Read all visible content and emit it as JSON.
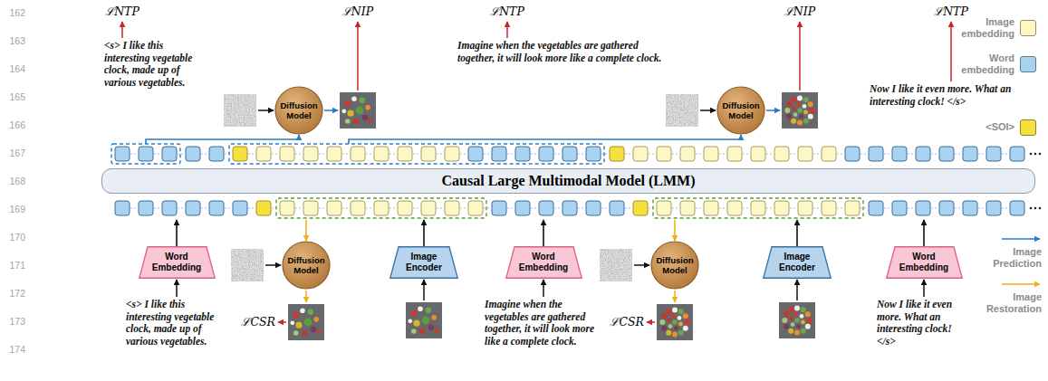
{
  "diagram": {
    "nodes": [
      {
        "text": [
          "Diffusion Model"
        ]
      },
      {
        "text": [
          "Diffusion Model"
        ]
      },
      {
        "text": [
          "Causal Large Multimodal Model (LMM)"
        ]
      },
      {
        "text": [
          "Word Embedding"
        ]
      },
      {
        "text": [
          "Diffusion Model"
        ]
      },
      {
        "text": [
          "Image Encoder"
        ]
      },
      {
        "text": [
          "Word Embedding"
        ]
      },
      {
        "text": [
          "Diffusion Model"
        ]
      },
      {
        "text": [
          "Image Encoder"
        ]
      },
      {
        "text": [
          "Word Embedding"
        ]
      }
    ],
    "edges": [
      {
        "from": 2,
        "to": 0,
        "arrow": "to"
      },
      {
        "from": 2,
        "to": 1,
        "arrow": "to"
      },
      {
        "from": 2,
        "to": 4,
        "arrow": "to"
      },
      {
        "from": 2,
        "to": 7,
        "arrow": "to"
      },
      {
        "from": 3,
        "to": 2,
        "arrow": "to"
      },
      {
        "from": 5,
        "to": 2,
        "arrow": "to"
      },
      {
        "from": 6,
        "to": 2,
        "arrow": "to"
      },
      {
        "from": 8,
        "to": 2,
        "arrow": "to"
      },
      {
        "from": 9,
        "to": 2,
        "arrow": "to"
      }
    ],
    "labels": [
      "ℒNTP",
      "<s> I like this interesting vegetable clock, made up of various vegetables.",
      "ℒNIP",
      "ℒNTP",
      "Imagine when the vegetables are gathered together, it will look more like a complete clock.",
      "ℒNIP",
      "ℒNTP",
      "Now I like it even more. What an interesting clock! </s>",
      "ℒCSR",
      "<s> I like this interesting vegetable clock, made up of various vegetables.",
      "Imagine when the vegetables are gathered together, it will look more like a complete clock.",
      "ℒCSR",
      "Now I like it even more. What an interesting clock! </s>",
      "162",
      "163",
      "164",
      "165",
      "166",
      "167",
      "168",
      "169",
      "170",
      "171",
      "172",
      "173",
      "174"
    ],
    "legend": [
      {
        "text": "Image embedding",
        "color": "#fdf7c4"
      },
      {
        "text": "Word embedding",
        "color": "#a8d3f0"
      },
      {
        "text": "<SOI>",
        "color": "#f7df3e"
      },
      {
        "text": "Image Prediction"
      },
      {
        "text": "Image Restoration"
      }
    ]
  }
}
